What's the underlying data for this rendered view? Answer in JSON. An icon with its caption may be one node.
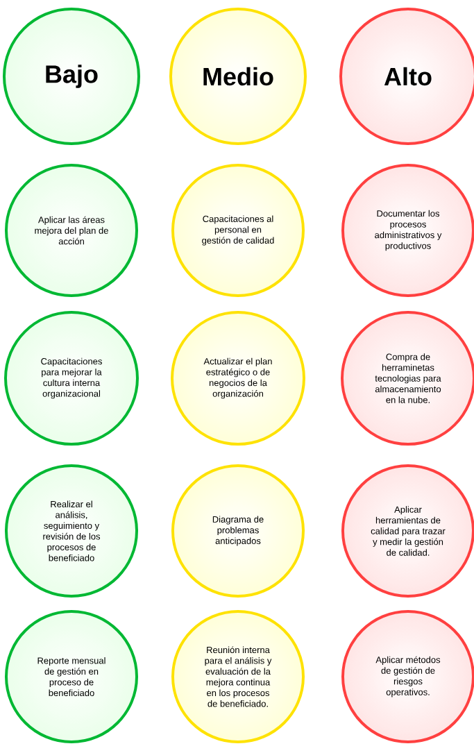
{
  "diagram": {
    "nodes": [
      {
        "text": [
          "Bajo"
        ]
      },
      {
        "text": [
          "Medio"
        ]
      },
      {
        "text": [
          "Alto"
        ]
      },
      {
        "text": [
          "Aplicar las áreas mejora del plan de acción"
        ]
      },
      {
        "text": [
          "Capacitaciones al personal en gestión de calidad"
        ]
      },
      {
        "text": [
          "Documentar los procesos administrativos y productivos"
        ]
      },
      {
        "text": [
          "Capacitaciones para mejorar la cultura interna organizacional"
        ]
      },
      {
        "text": [
          "Actualizar el plan estratégico o de negocios de la organización"
        ]
      },
      {
        "text": [
          "Compra de herraminetas tecnologias para almacenamiento en la nube."
        ]
      },
      {
        "text": [
          "Realizar el análisis, seguimiento y revisión de los procesos de beneficiado"
        ]
      },
      {
        "text": [
          "Diagrama de problemas anticipados"
        ]
      },
      {
        "text": [
          "Aplicar herramientas de calidad para trazar y medir la gestión de calidad."
        ]
      },
      {
        "text": [
          "Reporte mensual de gestión en proceso de beneficiado"
        ]
      },
      {
        "text": [
          "Reunión interna para el análisis y evaluación de la mejora continua en los procesos de beneficiado."
        ]
      },
      {
        "text": [
          "Aplicar métodos de gestión de riesgos operativos."
        ]
      }
    ]
  }
}
